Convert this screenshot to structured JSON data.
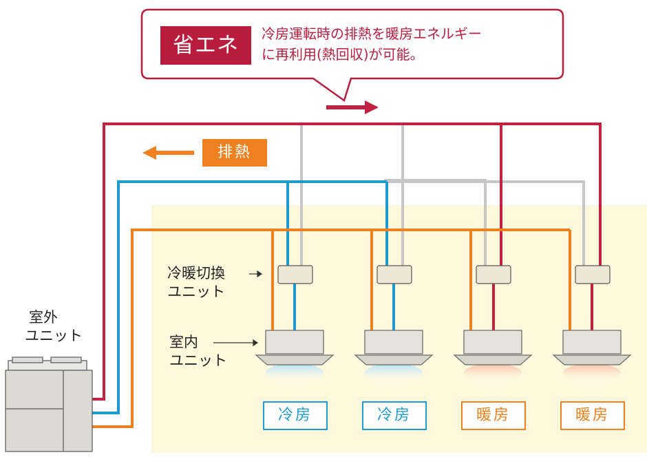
{
  "callout": {
    "tag": "省エネ",
    "line1": "冷房運転時の排熱を暖房エネルギー",
    "line2": "に再利用(熱回収)が可能。"
  },
  "exhaust_label": "排熱",
  "labels": {
    "outdoor_unit": [
      "室外",
      "ユニット"
    ],
    "switch_unit": [
      "冷暖切換",
      "ユニット"
    ],
    "indoor_unit": [
      "室内",
      "ユニット"
    ]
  },
  "modes": [
    {
      "label": "冷房",
      "type": "cool"
    },
    {
      "label": "冷房",
      "type": "cool"
    },
    {
      "label": "暖房",
      "type": "heat"
    },
    {
      "label": "暖房",
      "type": "heat"
    }
  ],
  "colors": {
    "red": "#c4203f",
    "blue": "#1d9bd1",
    "orange": "#ee8020",
    "gray": "#c6c6c6",
    "background_zone": "#fdf8dc"
  },
  "icons": [
    "arrow-right-icon",
    "arrow-left-icon",
    "arrow-pointer-icon"
  ]
}
